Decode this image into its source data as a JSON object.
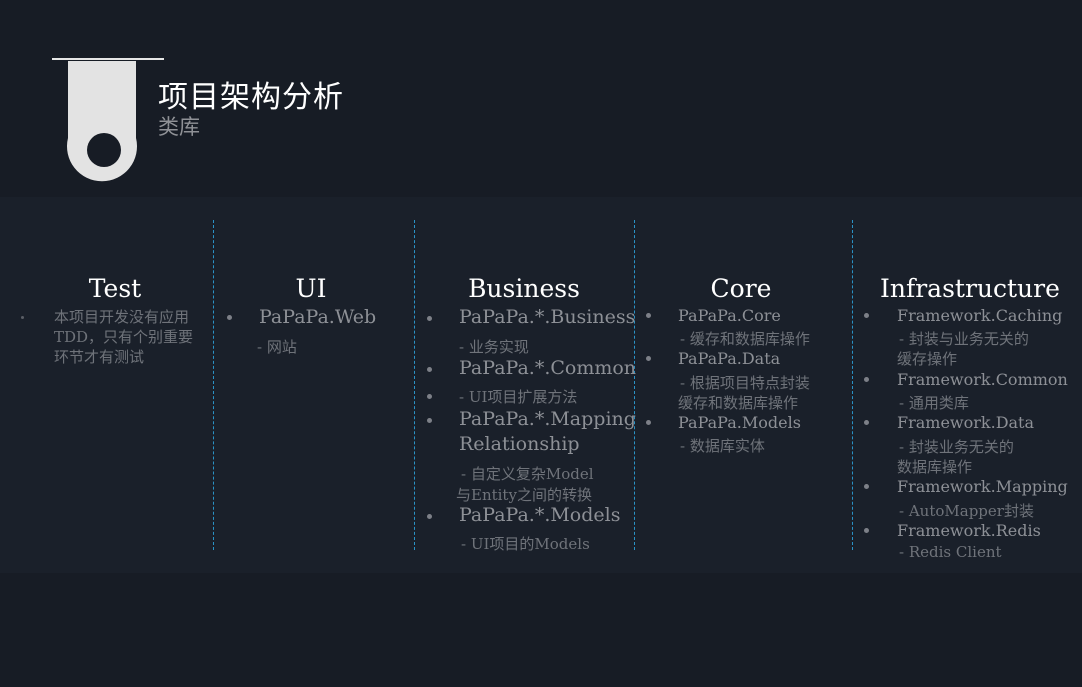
{
  "header": {
    "title": "项目架构分析",
    "subtitle": "类库"
  },
  "columns": [
    {
      "heading": "Test",
      "lines": [
        "本项目开发没有应用",
        "TDD，只有个别重要",
        "环节才有测试"
      ]
    },
    {
      "heading": "UI",
      "items": [
        {
          "name": "PaPaPa.Web",
          "desc": [
            "- 网站"
          ]
        }
      ]
    },
    {
      "heading": "Business",
      "items": [
        {
          "name": "PaPaPa.*.Business",
          "desc": [
            "- 业务实现"
          ]
        },
        {
          "name": "PaPaPa.*.Common",
          "desc": [
            "- UI项目扩展方法"
          ]
        },
        {
          "name": [
            "PaPaPa.*.Mapping",
            "Relationship"
          ],
          "desc": [
            "- 自定义复杂Model",
            "与Entity之间的转换"
          ]
        },
        {
          "name": "PaPaPa.*.Models",
          "desc": [
            "- UI项目的Models"
          ]
        }
      ]
    },
    {
      "heading": "Core",
      "items": [
        {
          "name": "PaPaPa.Core",
          "desc": [
            "- 缓存和数据库操作"
          ]
        },
        {
          "name": "PaPaPa.Data",
          "desc": [
            "- 根据项目特点封装",
            "缓存和数据库操作"
          ]
        },
        {
          "name": "PaPaPa.Models",
          "desc": [
            "- 数据库实体"
          ]
        }
      ]
    },
    {
      "heading": "Infrastructure",
      "items": [
        {
          "name": "Framework.Caching",
          "desc": [
            "- 封装与业务无关的",
            "缓存操作"
          ]
        },
        {
          "name": "Framework.Common",
          "desc": [
            "- 通用类库"
          ]
        },
        {
          "name": "Framework.Data",
          "desc": [
            "- 封装业务无关的",
            "数据库操作"
          ]
        },
        {
          "name": "Framework.Mapping",
          "desc": [
            "- AutoMapper封装"
          ]
        },
        {
          "name": "Framework.Redis",
          "desc": [
            "- Redis Client"
          ]
        }
      ]
    }
  ]
}
